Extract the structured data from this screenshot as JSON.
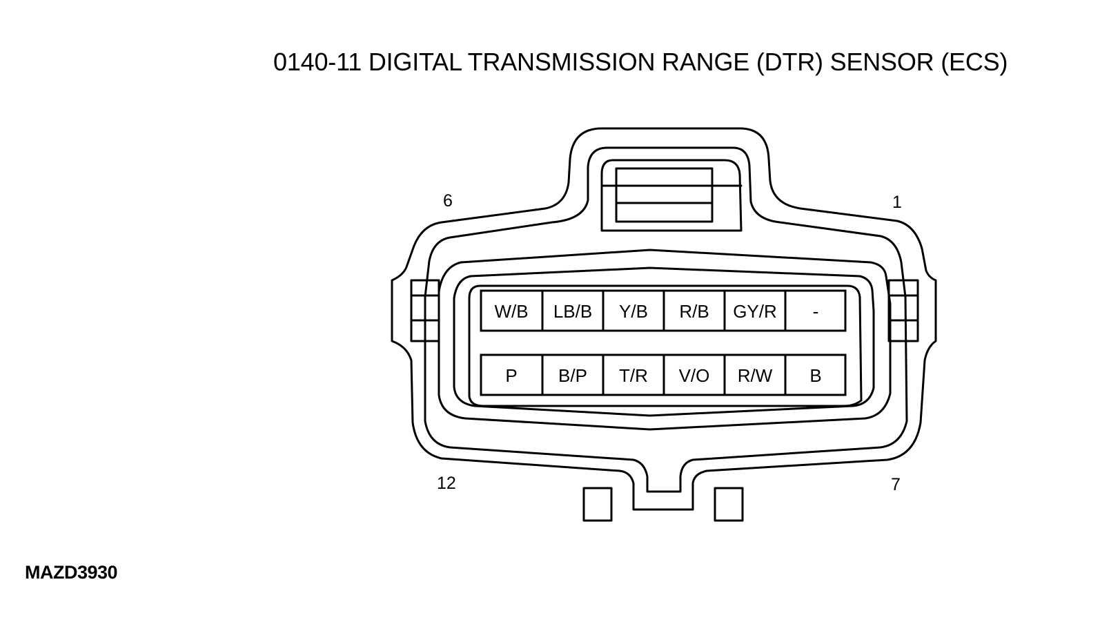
{
  "title": "0140-11 DIGITAL TRANSMISSION RANGE (DTR) SENSOR (ECS)",
  "figure_id": "MAZD3930",
  "pin_numbers": {
    "top_left": "6",
    "top_right": "1",
    "bottom_left": "12",
    "bottom_right": "7"
  },
  "connector": {
    "top_row": [
      "W/B",
      "LB/B",
      "Y/B",
      "R/B",
      "GY/R",
      "-"
    ],
    "bottom_row": [
      "P",
      "B/P",
      "T/R",
      "V/O",
      "R/W",
      "B"
    ]
  }
}
